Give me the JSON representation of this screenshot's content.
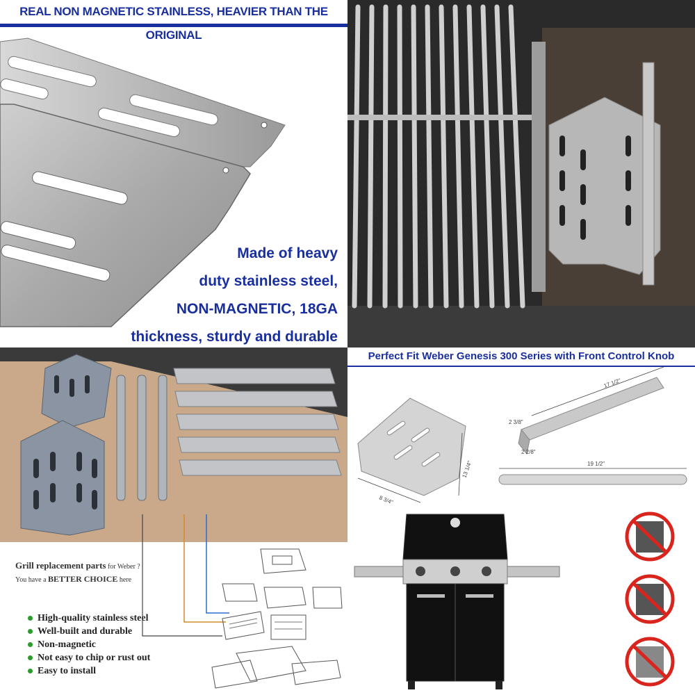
{
  "panel1": {
    "banner": "REAL NON MAGNETIC STAINLESS, HEAVIER THAN THE ORIGINAL",
    "claim_lines": [
      "Made of heavy",
      "duty stainless steel,",
      "NON-MAGNETIC, 18GA",
      "thickness, sturdy and durable"
    ]
  },
  "panel2": {
    "fit_banner": "Perfect Fit Weber Genesis 300 Series with Front Control Knob"
  },
  "panel3": {
    "heading_main": "Grill replacement parts",
    "heading_small": " for Weber ?",
    "heading2_prefix": "You have a ",
    "heading2_bold": "BETTER CHOICE",
    "heading2_suffix": " here",
    "features": [
      "High-quality stainless steel",
      "Well-built and durable",
      "Non-magnetic",
      "Not easy to chip or rust out",
      "Easy to install"
    ]
  },
  "panel4": {
    "dimensions": {
      "plate_width": "8 3/4\"",
      "plate_length": "13 1/4\"",
      "bar_height": "2 3/8\"",
      "bar_width": "2 2/8\"",
      "bar_length": "17 1/2\"",
      "burner_length": "19 1/2\""
    }
  },
  "colors": {
    "accent_blue": "#1a2f9e",
    "bullet_green": "#2b9c2b",
    "prohibit_red": "#d9251d"
  }
}
